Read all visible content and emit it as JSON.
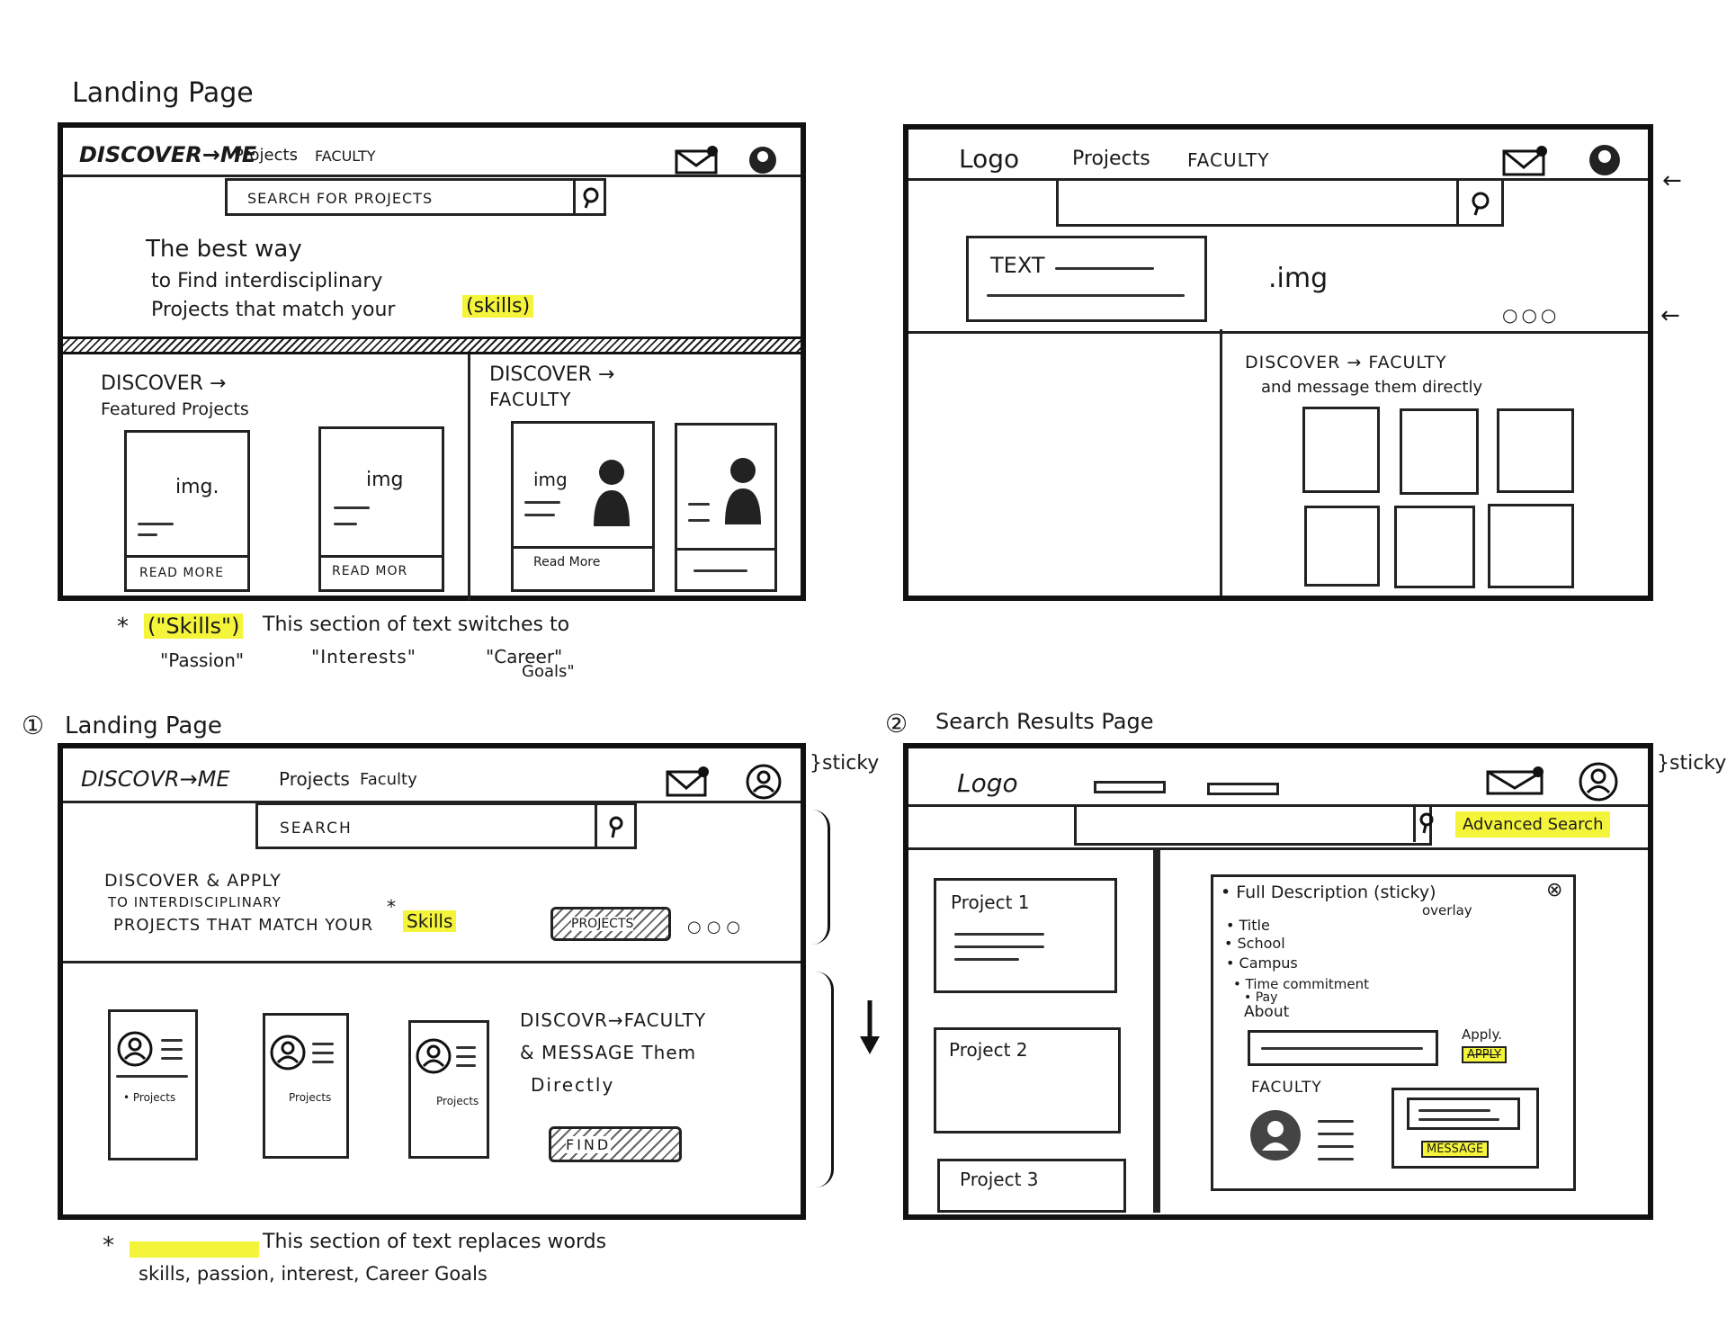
{
  "sketch1": {
    "heading": "Landing Page",
    "nav": {
      "logo": "DISCOVER→ME",
      "projects": "Projects",
      "faculty": "FACULTY"
    },
    "search_placeholder": "SEARCH FOR PROJECTS",
    "tagline_1": "The best way",
    "tagline_2": "to Find interdisciplinary",
    "tagline_3": "Projects that match your",
    "tagline_word": "(skills)",
    "left_heading_1": "DISCOVER →",
    "left_heading_2": "Featured Projects",
    "right_heading_1": "DISCOVER →",
    "right_heading_2": "FACULTY",
    "card1_img": "img.",
    "card2_img": "img",
    "card3_img": "img",
    "read_more_1": "READ MORE",
    "read_more_2": "READ MOR",
    "read_more_3": "Read More",
    "note_star": "*",
    "note_word": "(\"Skills\")",
    "note_text": "This section of text switches to",
    "note_opt1": "\"Passion\"",
    "note_opt2": "\"Interests\"",
    "note_opt3": "\"Career\"",
    "note_opt3b": "Goals\""
  },
  "sketch2": {
    "nav": {
      "logo": "Logo",
      "projects": "Projects",
      "faculty": "FACULTY"
    },
    "text_label": "TEXT",
    "img_label": ".img",
    "dots": "○○○",
    "discover": "DISCOVER → FACULTY",
    "discover_sub": "and message them directly",
    "arrow1": "←",
    "arrow2": "←"
  },
  "sketch3": {
    "number": "①",
    "heading": "Landing Page",
    "nav": {
      "logo": "DISCOVR→ME",
      "projects": "Projects",
      "faculty": "Faculty"
    },
    "search_placeholder": "SEARCH",
    "tag_1": "DISCOVER & APPLY",
    "tag_2": "TO INTERDISCIPLINARY",
    "tag_3": "PROJECTS THAT MATCH YOUR",
    "tag_word": "Skills",
    "tag_star": "*",
    "projects_btn": "PROJECTS",
    "dots": "○○○",
    "card_label_1": "• Projects",
    "card_label_2": "Projects",
    "card_label_3": "Projects",
    "faculty_1": "DISCOVR→FACULTY",
    "faculty_2": "& MESSAGE Them",
    "faculty_3": "Directly",
    "find_btn": "FIND",
    "sticky": "}sticky",
    "note_star": "*",
    "note_text": "This section of text replaces words",
    "note_text2": "skills, passion, interest, Career Goals"
  },
  "sketch4": {
    "number": "②",
    "heading": "Search Results Page",
    "nav": {
      "logo": "Logo"
    },
    "advanced": "Advanced Search",
    "sticky": "}sticky",
    "project1": "Project 1",
    "project2": "Project 2",
    "project3": "Project 3",
    "overlay_title": "• Full Description (sticky)",
    "overlay_title2": "overlay",
    "item_title": "• Title",
    "item_school": "• School",
    "item_campus": "• Campus",
    "item_time": "• Time commitment",
    "item_pay": "• Pay",
    "item_about": "About",
    "apply_label": "Apply.",
    "apply_btn": "APPLY",
    "faculty_label": "FACULTY",
    "message_btn": "MESSAGE",
    "close": "⊗"
  }
}
